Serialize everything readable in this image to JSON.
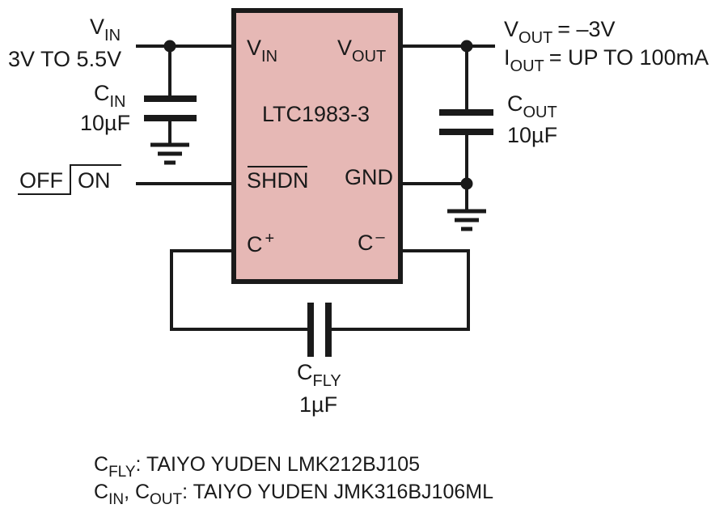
{
  "chip": {
    "name": "LTC1983-3",
    "fill_color": "#e6b8b5",
    "pins": {
      "vin": {
        "main": "V",
        "sub": "IN"
      },
      "vout": {
        "main": "V",
        "sub": "OUT"
      },
      "shdn": "SHDN",
      "gnd": "GND",
      "cplus": {
        "main": "C",
        "sup": "+"
      },
      "cminus": {
        "main": "C",
        "sup": "–"
      }
    }
  },
  "input": {
    "vin_main": "V",
    "vin_sub": "IN",
    "range": "3V TO 5.5V",
    "cin_main": "C",
    "cin_sub": "IN",
    "cin_value": "10µF"
  },
  "output": {
    "vout_main": "V",
    "vout_sub": "OUT",
    "vout_value": "= –3V",
    "iout_main": "I",
    "iout_sub": "OUT",
    "iout_value": "= UP TO 100mA",
    "cout_main": "C",
    "cout_sub": "OUT",
    "cout_value": "10µF"
  },
  "shutdown": {
    "off": "OFF",
    "on": "ON"
  },
  "flying_cap": {
    "main": "C",
    "sub": "FLY",
    "value": "1µF"
  },
  "notes": [
    {
      "parts": [
        {
          "main": "C",
          "sub": "FLY"
        }
      ],
      "text": ": TAIYO YUDEN LMK212BJ105"
    },
    {
      "parts": [
        {
          "main": "C",
          "sub": "IN"
        },
        {
          "main": ", C",
          "sub": "OUT"
        }
      ],
      "text": ": TAIYO YUDEN JMK316BJ106ML"
    }
  ],
  "colors": {
    "wire": "#1a1a1a",
    "chip_fill": "#e6b8b5"
  }
}
